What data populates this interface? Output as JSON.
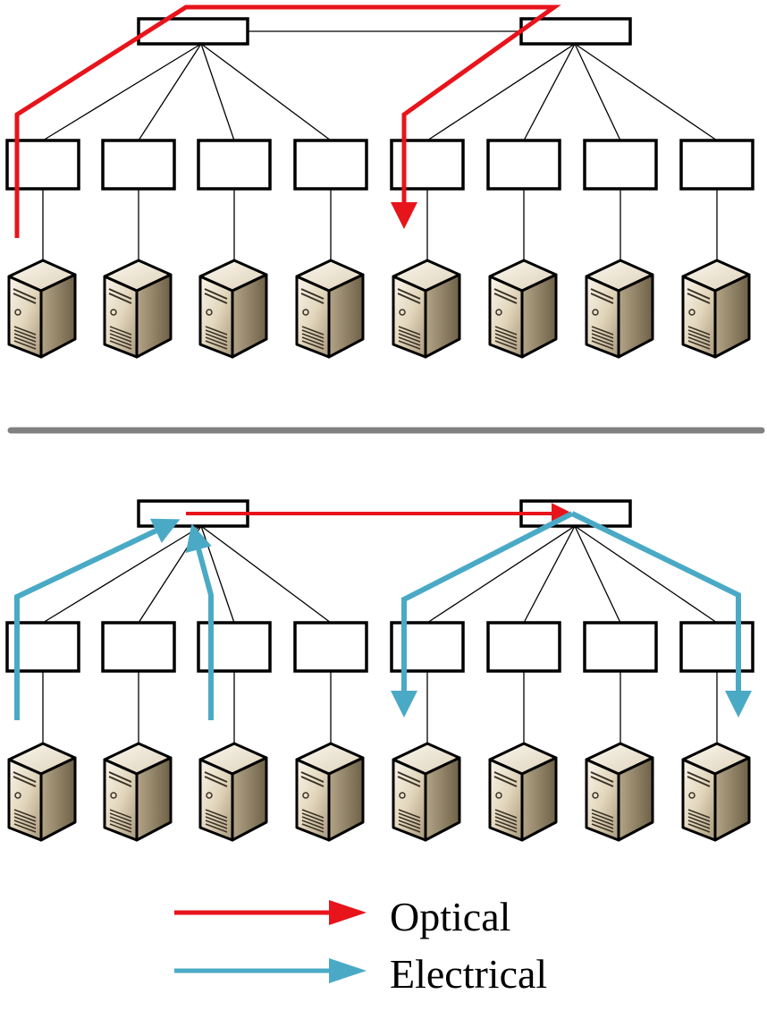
{
  "colors": {
    "optical": "#e8141b",
    "electrical": "#4aaac6",
    "divider": "#808080",
    "line": "#000000"
  },
  "legend": {
    "optical_label": "Optical",
    "electrical_label": "Electrical"
  },
  "icons": {
    "server": "server-tower-icon",
    "switch": "switch-box"
  },
  "topology": {
    "core_switches_per_panel": 2,
    "access_switches_per_panel": 8,
    "servers_per_panel": 8
  }
}
